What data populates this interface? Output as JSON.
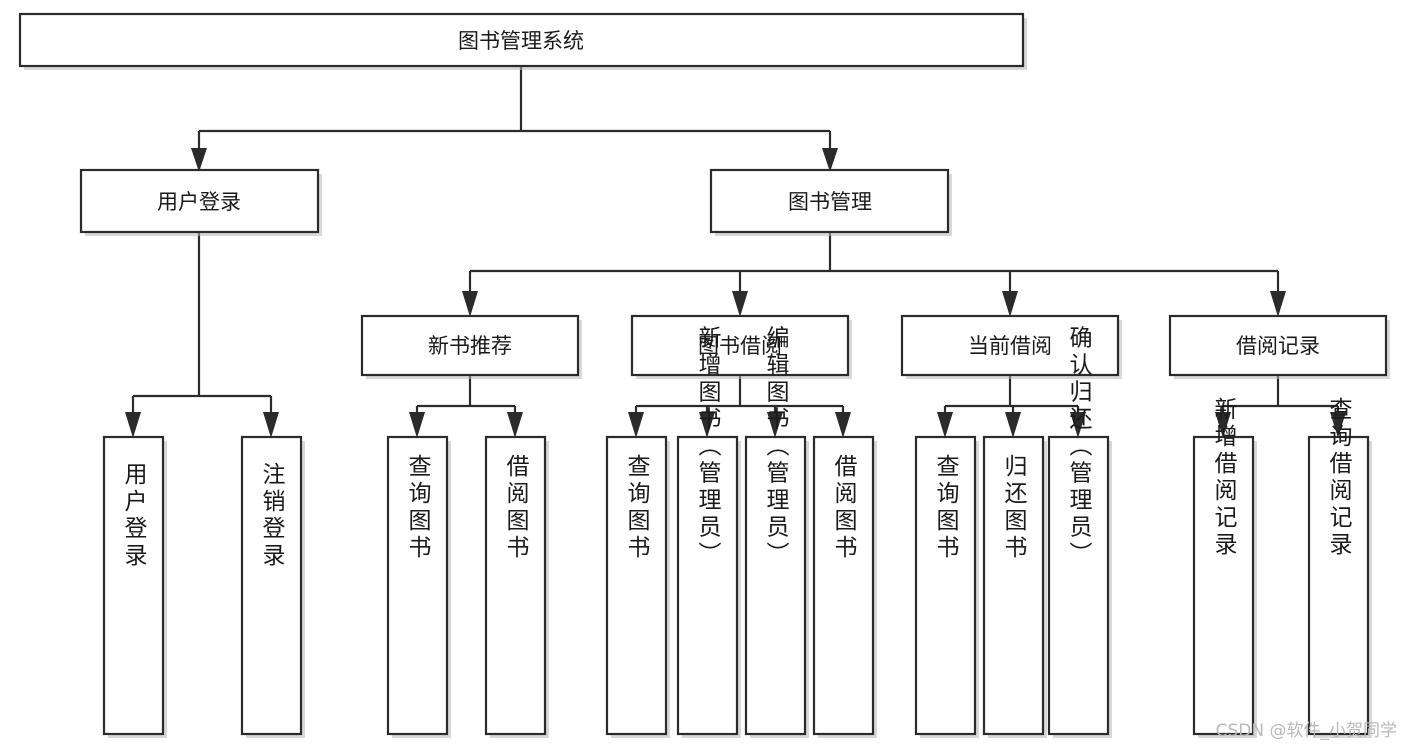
{
  "diagram": {
    "title": "图书管理系统",
    "type": "tree",
    "orientation": "top-down",
    "levels": 4,
    "colors": {
      "box_stroke": "#2b2b2b",
      "box_fill": "#ffffff",
      "text": "#1a1a1a",
      "background": "#ffffff",
      "watermark": "#b9b9b9"
    },
    "root": {
      "id": "root",
      "label": "图书管理系统",
      "orientation": "horizontal"
    },
    "level2": [
      {
        "id": "user-login",
        "label": "用户登录",
        "orientation": "horizontal"
      },
      {
        "id": "book-manage",
        "label": "图书管理",
        "orientation": "horizontal"
      }
    ],
    "level3": [
      {
        "id": "new-book-rec",
        "label": "新书推荐",
        "orientation": "horizontal",
        "parent": "book-manage"
      },
      {
        "id": "book-borrow",
        "label": "图书借阅",
        "orientation": "horizontal",
        "parent": "book-manage"
      },
      {
        "id": "current-borrow",
        "label": "当前借阅",
        "orientation": "horizontal",
        "parent": "book-manage"
      },
      {
        "id": "borrow-record",
        "label": "借阅记录",
        "orientation": "horizontal",
        "parent": "book-manage"
      }
    ],
    "leaves": [
      {
        "id": "leaf-user-login",
        "label": "用户登录",
        "orientation": "vertical",
        "parent": "user-login"
      },
      {
        "id": "leaf-user-logout",
        "label": "注销登录",
        "orientation": "vertical",
        "parent": "user-login"
      },
      {
        "id": "leaf-query-book-1",
        "label": "查询图书",
        "orientation": "vertical",
        "parent": "new-book-rec"
      },
      {
        "id": "leaf-borrow-book-1",
        "label": "借阅图书",
        "orientation": "vertical",
        "parent": "new-book-rec"
      },
      {
        "id": "leaf-query-book-2",
        "label": "查询图书",
        "orientation": "vertical",
        "parent": "book-borrow"
      },
      {
        "id": "leaf-add-book",
        "label": "新增图书（管理员）",
        "orientation": "vertical",
        "parent": "book-borrow"
      },
      {
        "id": "leaf-edit-book",
        "label": "编辑图书（管理员）",
        "orientation": "vertical",
        "parent": "book-borrow"
      },
      {
        "id": "leaf-borrow-book-2",
        "label": "借阅图书",
        "orientation": "vertical",
        "parent": "book-borrow"
      },
      {
        "id": "leaf-query-book-3",
        "label": "查询图书",
        "orientation": "vertical",
        "parent": "current-borrow"
      },
      {
        "id": "leaf-return-book",
        "label": "归还图书",
        "orientation": "vertical",
        "parent": "current-borrow"
      },
      {
        "id": "leaf-confirm-return",
        "label": "确认归还（管理员）",
        "orientation": "vertical",
        "parent": "current-borrow"
      },
      {
        "id": "leaf-add-record",
        "label": "新增借阅记录",
        "orientation": "vertical",
        "parent": "borrow-record"
      },
      {
        "id": "leaf-query-record",
        "label": "查询借阅记录",
        "orientation": "vertical",
        "parent": "borrow-record"
      }
    ]
  },
  "watermark": {
    "text": "CSDN @软件_小贺同学"
  }
}
